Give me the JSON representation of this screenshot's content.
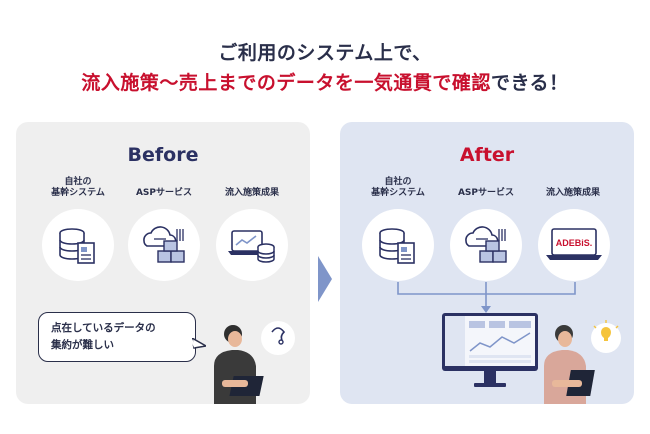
{
  "headline": {
    "line1": "ご利用のシステム上で、",
    "line2_red": "流入施策〜売上までのデータを一気通貫で確認",
    "line2_dark": "できる！"
  },
  "before": {
    "title": "Before",
    "columns": [
      {
        "label": "自社の\n基幹システム",
        "icon": "database-document-icon"
      },
      {
        "label": "ASPサービス",
        "icon": "cloud-boxes-icon"
      },
      {
        "label": "流入施策成果",
        "icon": "laptop-coins-icon"
      }
    ],
    "bubble": "点在しているデータの\n集約が難しい"
  },
  "after": {
    "title": "After",
    "columns": [
      {
        "label": "自社の\n基幹システム",
        "icon": "database-document-icon"
      },
      {
        "label": "ASPサービス",
        "icon": "cloud-boxes-icon"
      },
      {
        "label": "流入施策成果",
        "icon": "laptop-adebis-icon"
      }
    ],
    "adebis_logo": "ADEBiS."
  },
  "colors": {
    "navy": "#2b3163",
    "red": "#c8102e",
    "after_bg": "#dfe5f2",
    "before_bg": "#efefef",
    "arrow": "#7f95c9"
  }
}
